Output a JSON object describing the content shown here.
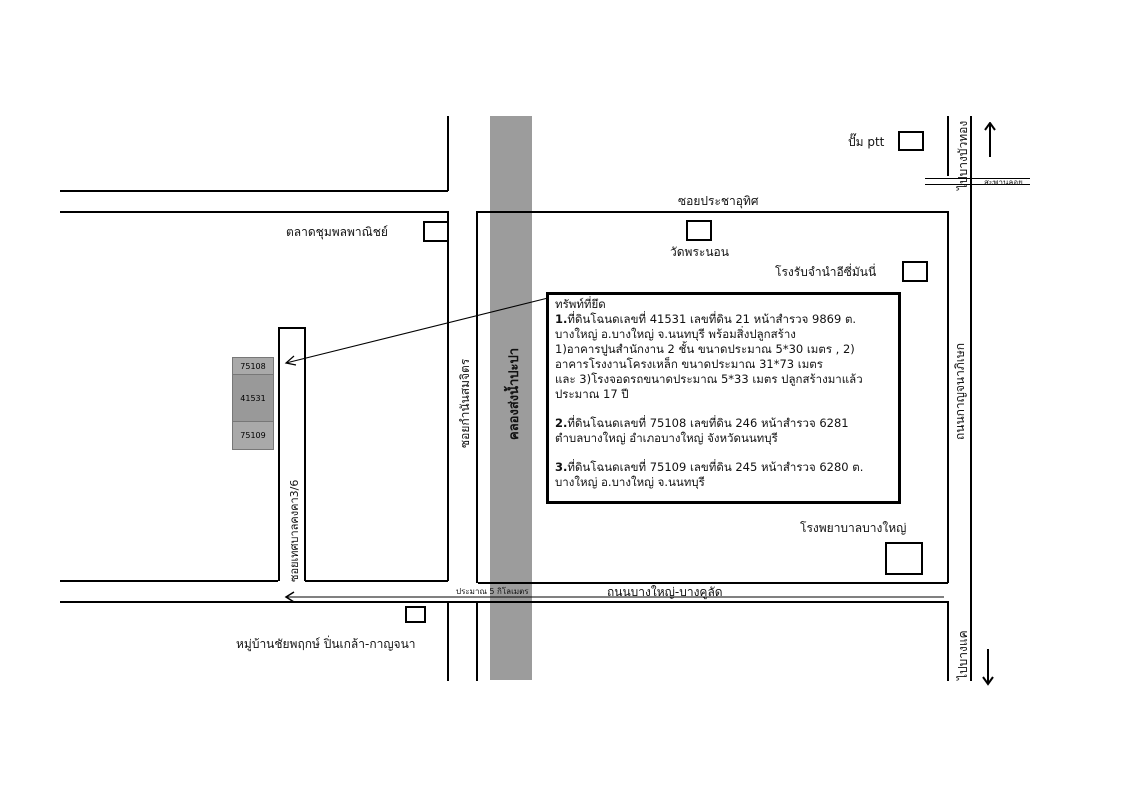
{
  "map": {
    "roads": {
      "soi_pracha_uthit": "ซอยประชาอุทิศ",
      "soi_kamnan_somjit": "ซอยกำนันสมจิตร",
      "canal": "คลองส่งน้ำปะปา",
      "soi_thesaban_3_6": "ซอยเทศบาลคงคา3/6",
      "bang_yai_bang_kulat": "ถนนบางใหญ่-บางคูลัด",
      "kanchanaphisek": "ถนนกาญจนาภิเษก",
      "to_bang_bua_thong": "ไปบางบัวทอง",
      "to_bang_khae": "ไปบางแค",
      "side_soi_small": "สะพานลอย",
      "distance_note": "ประมาณ 5 กิโลเมตร"
    },
    "landmarks": {
      "ptt": "ปั๊ม ptt",
      "market": "ตลาดชุมพลพาณิชย์",
      "temple": "วัดพระนอน",
      "pawnshop": "โรงรับจำนำอีซี่มันนี่",
      "hospital": "โรงพยาบาลบางใหญ่",
      "village": "หมู่บ้านชัยพฤกษ์ ปิ่นเกล้า-กาญจนา"
    },
    "parcels": [
      "75108",
      "41531",
      "75109"
    ],
    "info": {
      "title": "ทรัพท์ที่ยึด",
      "item1_num": "1.",
      "item1_text": "ที่ดินโฉนดเลขที่ 41531 เลขที่ดิน 21 หน้าสำรวจ 9869 ต.\nบางใหญ่ อ.บางใหญ่ จ.นนทบุรี พร้อมสิ่งปลูกสร้าง\n1)อาคารปูนสำนักงาน 2 ชั้น ขนาดประมาณ 5*30 เมตร , 2)\nอาคารโรงงานโครงเหล็ก ขนาดประมาณ 31*73 เมตร\nและ 3)โรงจอดรถขนาดประมาณ 5*33 เมตร ปลูกสร้างมาแล้ว\nประมาณ 17 ปี",
      "item2_num": "2.",
      "item2_text": "ที่ดินโฉนดเลขที่ 75108 เลขที่ดิน 246 หน้าสำรวจ 6281\nตำบลบางใหญ่ อำเภอบางใหญ่ จังหวัดนนทบุรี",
      "item3_num": "3.",
      "item3_text": "ที่ดินโฉนดเลขที่ 75109 เลขที่ดิน 245 หน้าสำรวจ 6280 ต.\nบางใหญ่ อ.บางใหญ่ จ.นนทบุรี"
    }
  }
}
